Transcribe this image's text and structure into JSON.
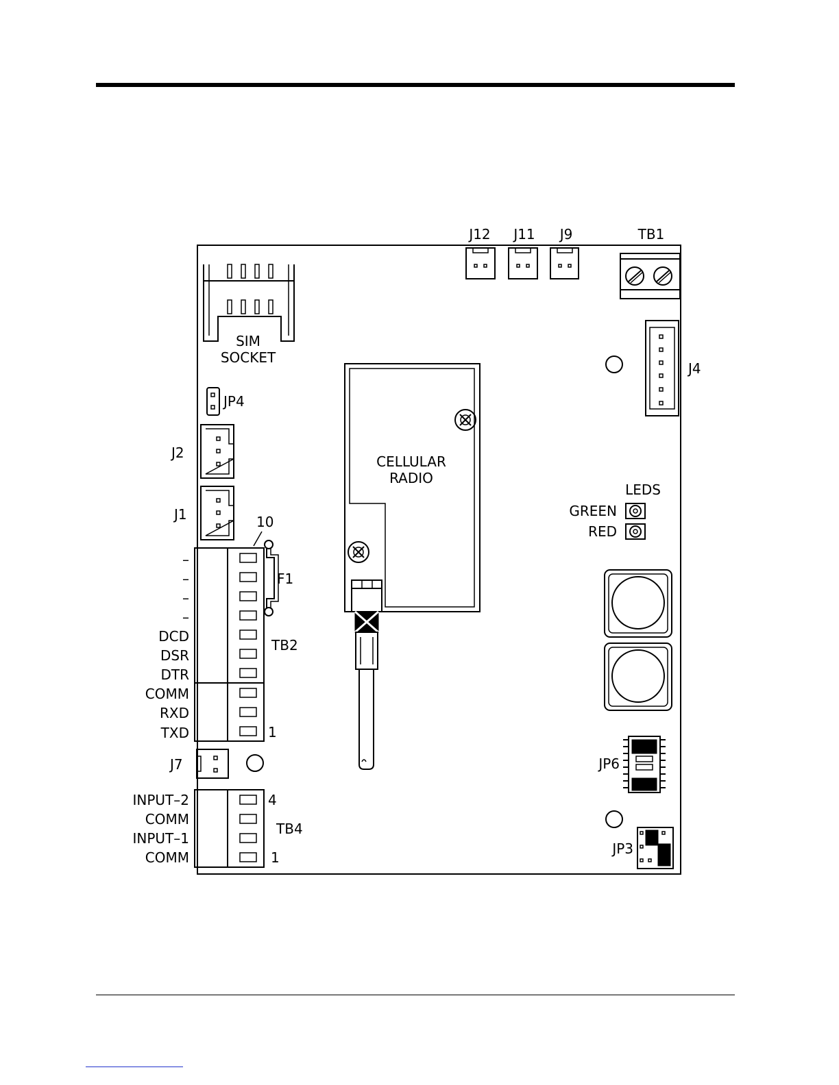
{
  "diagram": {
    "labels": {
      "j12": "J12",
      "j11": "J11",
      "j9": "J9",
      "tb1": "TB1",
      "j4": "J4",
      "sim_line1": "SIM",
      "sim_line2": "SOCKET",
      "jp4": "JP4",
      "j2": "J2",
      "j1": "J1",
      "j7": "J7",
      "cellular_line1": "CELLULAR",
      "cellular_line2": "RADIO",
      "leds": "LEDS",
      "green": "GREEN",
      "red": "RED",
      "jp6": "JP6",
      "jp3": "JP3",
      "f1": "F1",
      "tb2": "TB2",
      "tb4": "TB4",
      "tb2_pin_top": "10",
      "tb2_pin_bottom": "1",
      "tb4_pin_top": "4",
      "tb4_pin_bottom": "1"
    },
    "tb2_pins": [
      "–",
      "–",
      "–",
      "–",
      "DCD",
      "DSR",
      "DTR",
      "COMM",
      "RXD",
      "TXD"
    ],
    "tb4_pins": [
      "INPUT–2",
      "COMM",
      "INPUT–1",
      "COMM"
    ]
  }
}
